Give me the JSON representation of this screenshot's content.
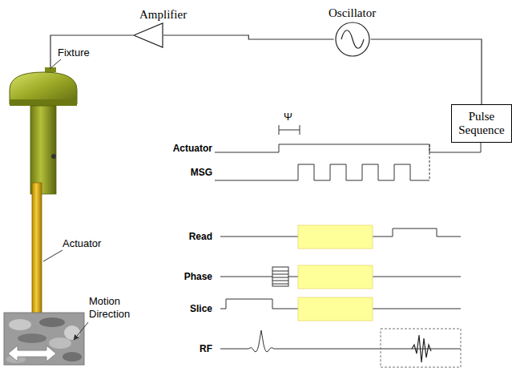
{
  "diagram": {
    "nodes": [
      {
        "text": [
          "Amplifier"
        ]
      },
      {
        "text": [
          "Oscillator"
        ]
      },
      {
        "text": [
          "Pulse Sequence"
        ]
      }
    ],
    "edges": [
      {
        "from": 0,
        "to": 1,
        "arrow": "none"
      },
      {
        "from": 1,
        "to": 2,
        "arrow": "none"
      }
    ],
    "labels": [
      "Fixture",
      "Actuator",
      "Motion Direction",
      "Ψ",
      "Actuator",
      "MSG",
      "Read",
      "Phase",
      "Slice",
      "RF"
    ]
  }
}
